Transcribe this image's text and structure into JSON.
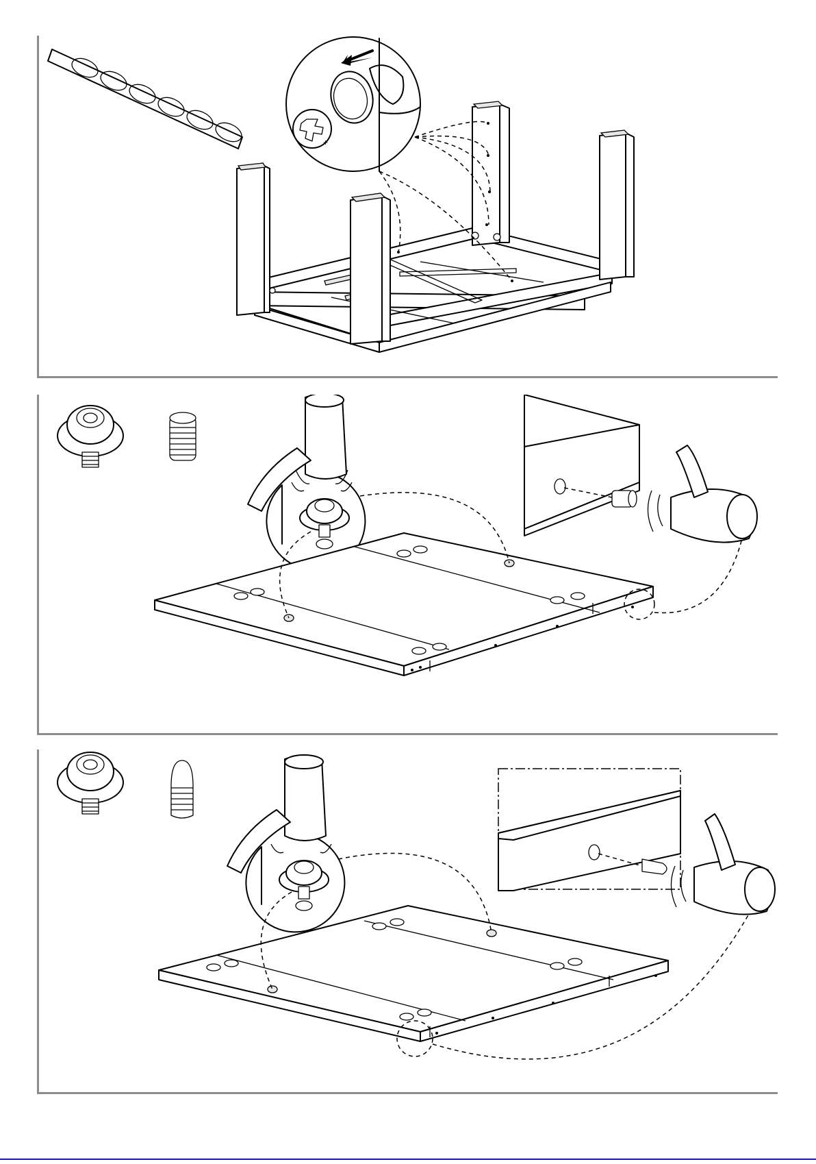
{
  "figure": {
    "steps": [
      {
        "id": "step-1",
        "label": ""
      },
      {
        "id": "step-2",
        "label": ""
      },
      {
        "id": "step-3",
        "label": ""
      }
    ],
    "colors": {
      "line": "#000000",
      "frame": "#8c8c8c",
      "fill": "#ffffff",
      "accent_rule": "#1a1a8c"
    }
  }
}
